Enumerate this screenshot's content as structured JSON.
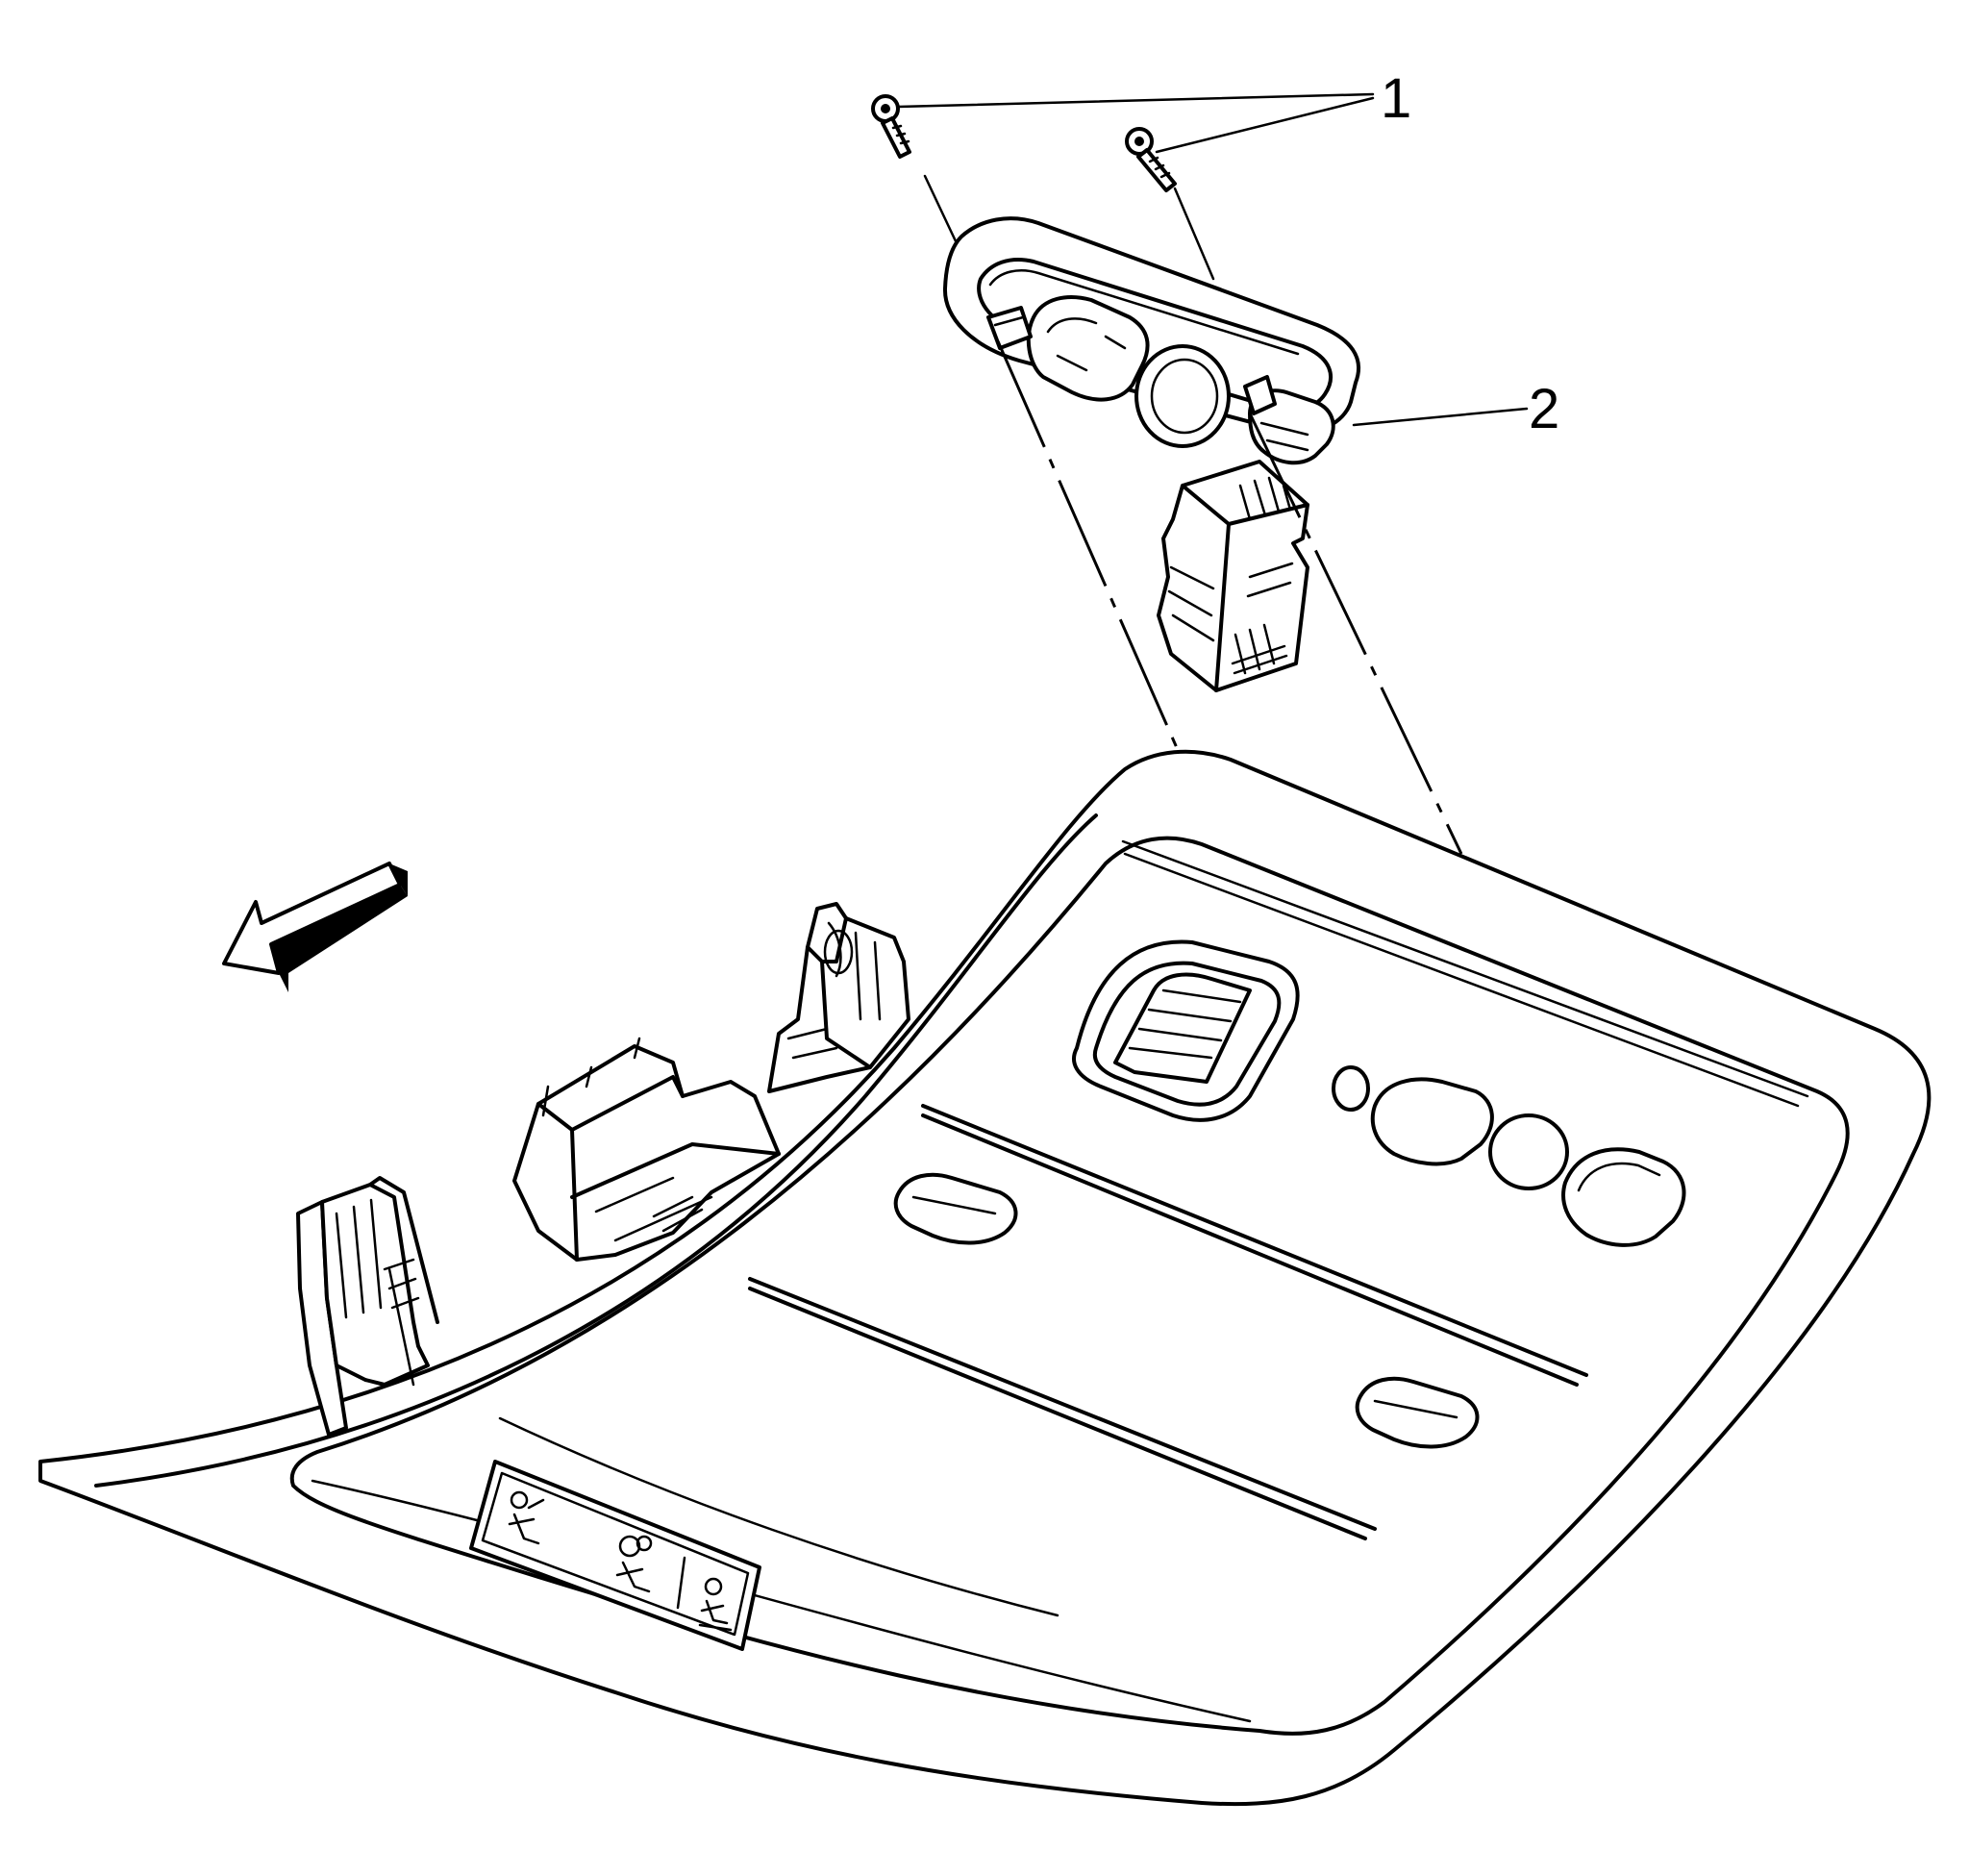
{
  "figure": {
    "callouts": [
      {
        "id": "1",
        "label": "1"
      },
      {
        "id": "2",
        "label": "2"
      }
    ]
  },
  "icons": [
    "forward-arrow-icon",
    "seat-belt-icon",
    "passenger-airbag-icon",
    "airbag-off-icon"
  ]
}
